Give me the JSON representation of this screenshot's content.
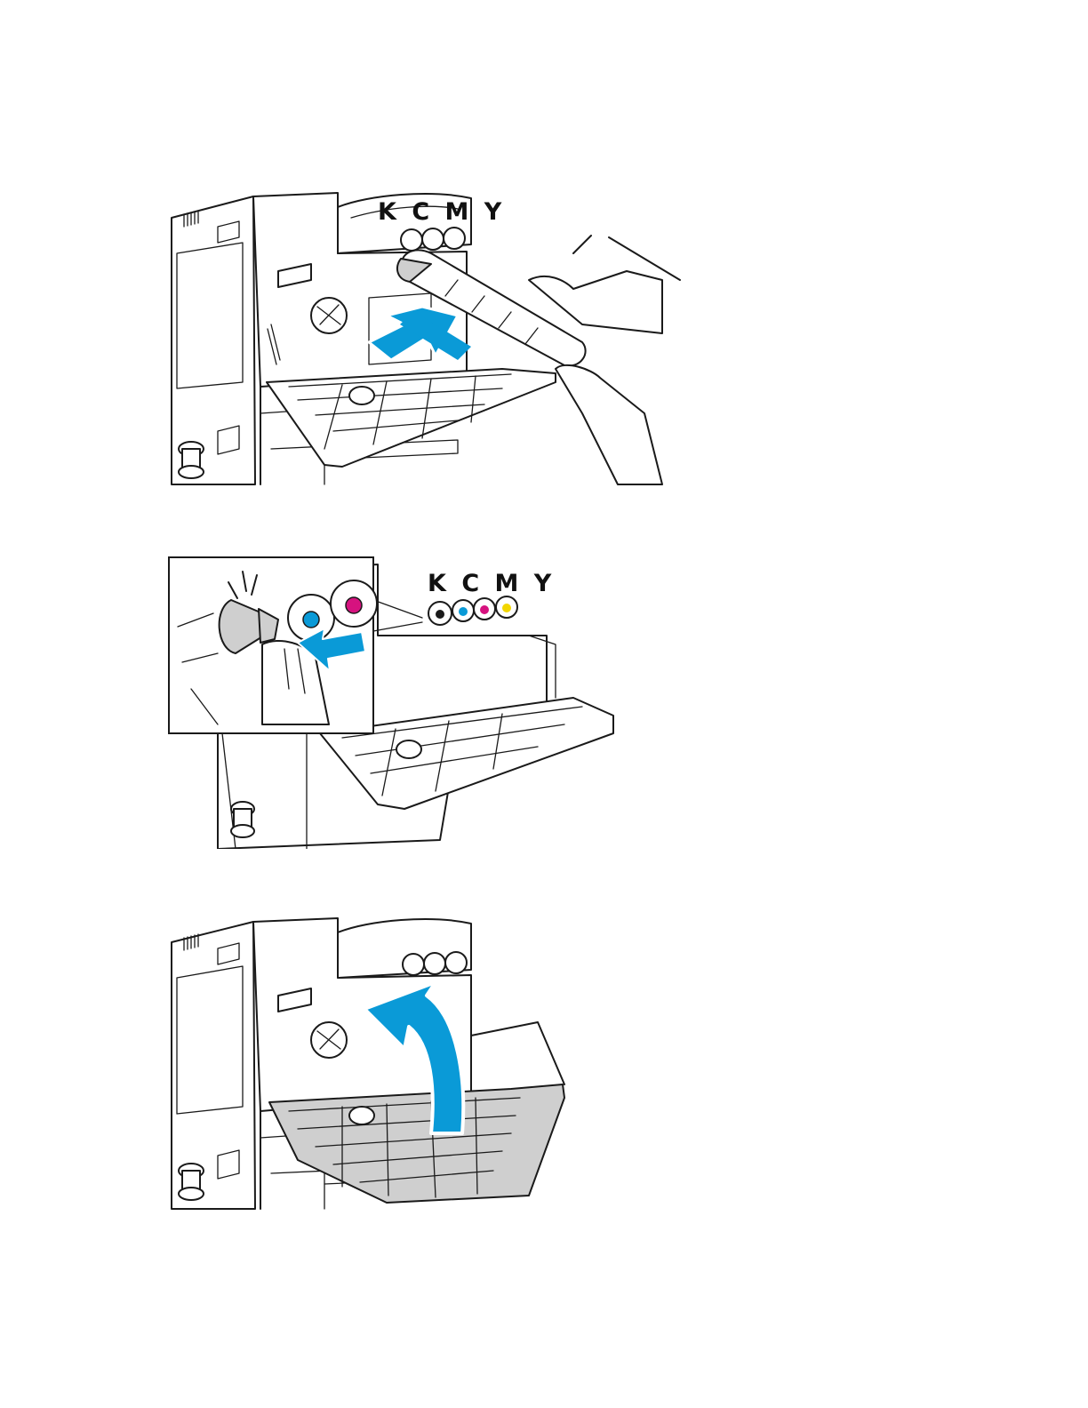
{
  "figures": [
    {
      "id": "install-toner-cartridge",
      "cartridge_labels": "K C M Y",
      "arrow_color": "#0a9ad7"
    },
    {
      "id": "push-cartridge-until-click",
      "cartridge_labels": "K C M Y",
      "arrow_color": "#0a9ad7",
      "toner_colors": {
        "black": "#111111",
        "cyan": "#0a9ad7",
        "magenta": "#d6127f",
        "yellow": "#f2d600"
      }
    },
    {
      "id": "close-front-door",
      "arrow_color": "#0a9ad7",
      "door_shade": "#cfcfcf"
    }
  ]
}
